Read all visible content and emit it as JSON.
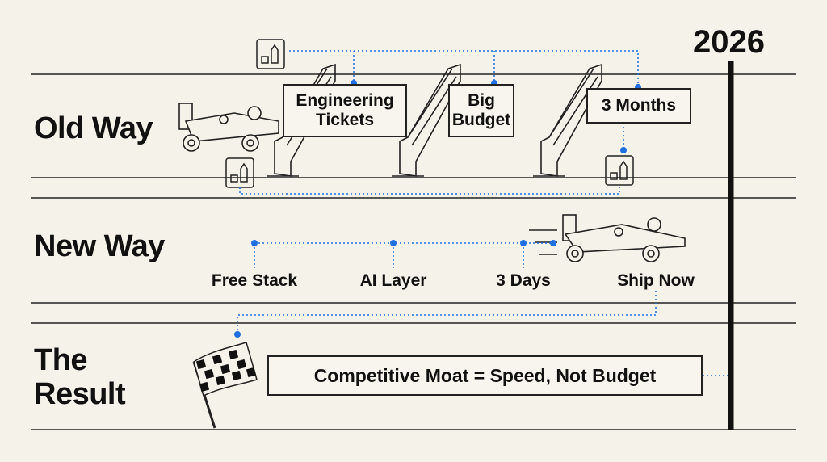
{
  "year": "2026",
  "rows": {
    "old": {
      "title": "Old Way",
      "obstacles": [
        "Engineering Tickets",
        "Big Budget",
        "3 Months"
      ]
    },
    "new": {
      "title": "New Way",
      "steps": [
        "Free Stack",
        "AI Layer",
        "3 Days",
        "Ship Now"
      ]
    },
    "result": {
      "title_line1": "The",
      "title_line2": "Result",
      "statement": "Competitive Moat = Speed, Not Budget"
    }
  },
  "colors": {
    "background": "#f4f2e9",
    "ink": "#111111",
    "accent": "#1f6fe0"
  }
}
